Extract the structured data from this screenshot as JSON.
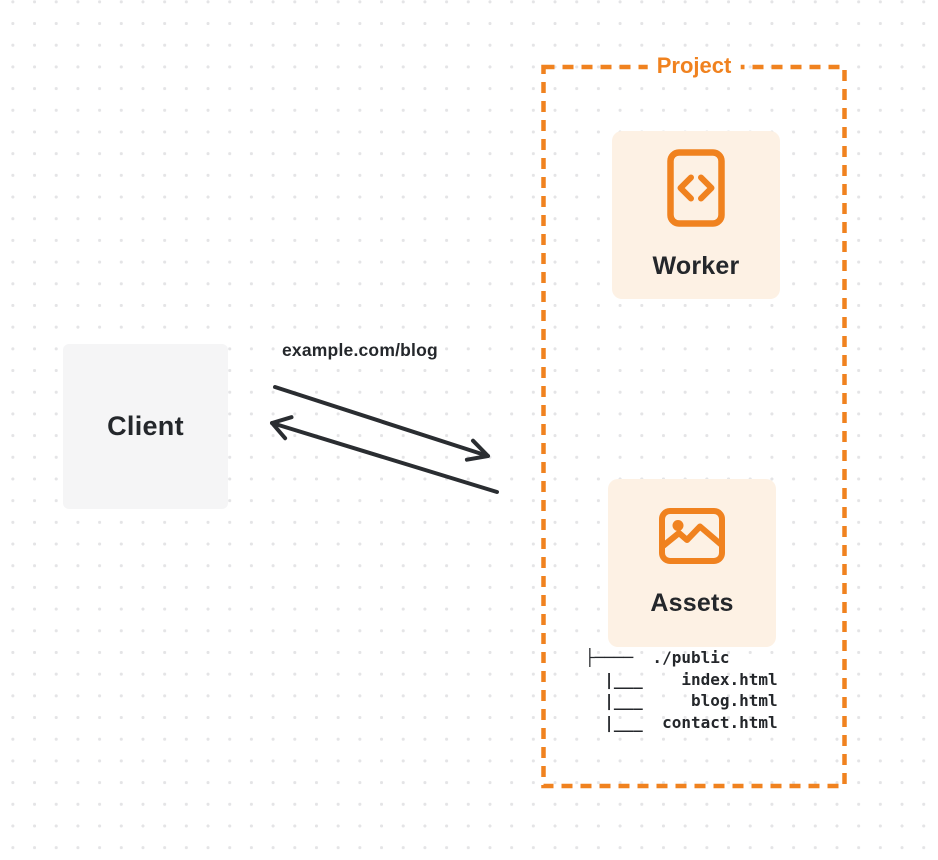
{
  "client": {
    "label": "Client"
  },
  "request": {
    "url_label": "example.com/blog"
  },
  "project": {
    "label": "Project",
    "worker": {
      "label": "Worker",
      "icon": "code-file-icon"
    },
    "assets": {
      "label": "Assets",
      "icon": "image-icon"
    },
    "file_tree": [
      "├────  ./public",
      "  |___    index.html",
      "  |___     blog.html",
      "  |___  contact.html"
    ]
  },
  "colors": {
    "accent_orange": "#F0821F",
    "card_background": "#FDF1E4",
    "client_background": "#F5F5F6",
    "arrow_dark": "#2A2D31",
    "text_dark": "#24272B",
    "dot_grid": "#E4E4E6"
  }
}
